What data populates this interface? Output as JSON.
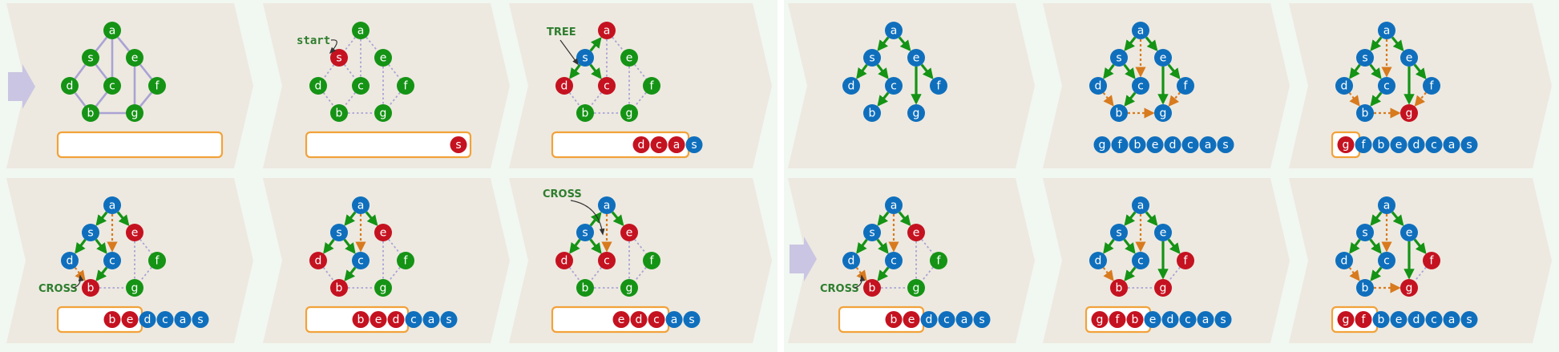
{
  "labels": {
    "start": "start",
    "tree": "TREE",
    "cross": "CROSS"
  },
  "colors": {
    "background": "#f1f7f1",
    "panel": "#ede9e0",
    "green": "#159315",
    "red": "#c51220",
    "blue": "#0f6fbd",
    "orange": "#f2a23a",
    "lavender": "#aaa3d4",
    "cross_edge": "#d87a1e",
    "label": "#2e7d2e",
    "arrow": "#cac5e2"
  },
  "panels": [
    {
      "id": "p1",
      "nodes": {
        "a": "green",
        "s": "green",
        "e": "green",
        "d": "green",
        "c": "green",
        "f": "green",
        "b": "green",
        "g": "green"
      },
      "edges": [
        {
          "from": "a",
          "to": "s",
          "type": "solid"
        },
        {
          "from": "a",
          "to": "c",
          "type": "solid"
        },
        {
          "from": "a",
          "to": "e",
          "type": "solid"
        },
        {
          "from": "s",
          "to": "d",
          "type": "solid"
        },
        {
          "from": "s",
          "to": "c",
          "type": "solid"
        },
        {
          "from": "d",
          "to": "b",
          "type": "solid"
        },
        {
          "from": "c",
          "to": "b",
          "type": "solid"
        },
        {
          "from": "e",
          "to": "f",
          "type": "solid"
        },
        {
          "from": "e",
          "to": "g",
          "type": "solid"
        },
        {
          "from": "f",
          "to": "g",
          "type": "solid"
        },
        {
          "from": "b",
          "to": "g",
          "type": "solid"
        }
      ],
      "queue": [],
      "outside": [],
      "box": true
    },
    {
      "id": "p2",
      "nodes": {
        "a": "green",
        "s": "red",
        "e": "green",
        "d": "green",
        "c": "green",
        "f": "green",
        "b": "green",
        "g": "green"
      },
      "edges": [
        {
          "from": "a",
          "to": "s",
          "type": "dot"
        },
        {
          "from": "a",
          "to": "c",
          "type": "dot"
        },
        {
          "from": "a",
          "to": "e",
          "type": "dot"
        },
        {
          "from": "s",
          "to": "d",
          "type": "dot"
        },
        {
          "from": "s",
          "to": "c",
          "type": "dot"
        },
        {
          "from": "d",
          "to": "b",
          "type": "dot"
        },
        {
          "from": "c",
          "to": "b",
          "type": "dot"
        },
        {
          "from": "e",
          "to": "f",
          "type": "dot"
        },
        {
          "from": "e",
          "to": "g",
          "type": "dot"
        },
        {
          "from": "f",
          "to": "g",
          "type": "dot"
        },
        {
          "from": "b",
          "to": "g",
          "type": "dot"
        }
      ],
      "queue": [
        {
          "k": "s",
          "c": "red"
        }
      ],
      "outside": [],
      "box": true,
      "annotation": "start"
    },
    {
      "id": "p3",
      "nodes": {
        "a": "red",
        "s": "blue",
        "e": "green",
        "d": "red",
        "c": "red",
        "f": "green",
        "b": "green",
        "g": "green"
      },
      "edges": [
        {
          "from": "s",
          "to": "a",
          "type": "tree"
        },
        {
          "from": "s",
          "to": "d",
          "type": "tree"
        },
        {
          "from": "s",
          "to": "c",
          "type": "tree"
        },
        {
          "from": "a",
          "to": "c",
          "type": "dot"
        },
        {
          "from": "a",
          "to": "e",
          "type": "dot"
        },
        {
          "from": "d",
          "to": "b",
          "type": "dot"
        },
        {
          "from": "c",
          "to": "b",
          "type": "dot"
        },
        {
          "from": "e",
          "to": "f",
          "type": "dot"
        },
        {
          "from": "e",
          "to": "g",
          "type": "dot"
        },
        {
          "from": "f",
          "to": "g",
          "type": "dot"
        },
        {
          "from": "b",
          "to": "g",
          "type": "dot"
        }
      ],
      "queue": [
        {
          "k": "d",
          "c": "red"
        },
        {
          "k": "c",
          "c": "red"
        },
        {
          "k": "a",
          "c": "red"
        }
      ],
      "outside": [
        {
          "k": "s",
          "c": "blue"
        }
      ],
      "box": true,
      "annotation": "tree"
    },
    {
      "id": "p4",
      "nodes": {
        "a": "blue",
        "s": "blue",
        "e": "blue",
        "d": "blue",
        "c": "blue",
        "f": "blue",
        "b": "blue",
        "g": "blue"
      },
      "edges": [
        {
          "from": "a",
          "to": "s",
          "type": "tree"
        },
        {
          "from": "a",
          "to": "e",
          "type": "tree"
        },
        {
          "from": "s",
          "to": "d",
          "type": "tree"
        },
        {
          "from": "s",
          "to": "c",
          "type": "tree"
        },
        {
          "from": "c",
          "to": "b",
          "type": "tree"
        },
        {
          "from": "e",
          "to": "f",
          "type": "tree"
        },
        {
          "from": "e",
          "to": "g",
          "type": "tree"
        }
      ],
      "queue": [],
      "outside": [],
      "box": false
    },
    {
      "id": "p5",
      "nodes": {
        "a": "blue",
        "s": "blue",
        "e": "blue",
        "d": "blue",
        "c": "blue",
        "f": "blue",
        "b": "blue",
        "g": "blue"
      },
      "edges": [
        {
          "from": "a",
          "to": "s",
          "type": "tree"
        },
        {
          "from": "a",
          "to": "e",
          "type": "tree"
        },
        {
          "from": "s",
          "to": "d",
          "type": "tree"
        },
        {
          "from": "s",
          "to": "c",
          "type": "tree"
        },
        {
          "from": "c",
          "to": "b",
          "type": "tree"
        },
        {
          "from": "e",
          "to": "f",
          "type": "tree"
        },
        {
          "from": "e",
          "to": "g",
          "type": "tree"
        },
        {
          "from": "a",
          "to": "c",
          "type": "cross"
        },
        {
          "from": "d",
          "to": "b",
          "type": "cross"
        },
        {
          "from": "b",
          "to": "g",
          "type": "cross"
        },
        {
          "from": "f",
          "to": "g",
          "type": "cross"
        }
      ],
      "queue": [],
      "outside": [
        {
          "k": "g",
          "c": "blue"
        },
        {
          "k": "f",
          "c": "blue"
        },
        {
          "k": "b",
          "c": "blue"
        },
        {
          "k": "e",
          "c": "blue"
        },
        {
          "k": "d",
          "c": "blue"
        },
        {
          "k": "c",
          "c": "blue"
        },
        {
          "k": "a",
          "c": "blue"
        },
        {
          "k": "s",
          "c": "blue"
        }
      ],
      "box": false
    },
    {
      "id": "p6",
      "nodes": {
        "a": "blue",
        "s": "blue",
        "e": "blue",
        "d": "blue",
        "c": "blue",
        "f": "blue",
        "b": "blue",
        "g": "red"
      },
      "edges": [
        {
          "from": "a",
          "to": "s",
          "type": "tree"
        },
        {
          "from": "a",
          "to": "e",
          "type": "tree"
        },
        {
          "from": "s",
          "to": "d",
          "type": "tree"
        },
        {
          "from": "s",
          "to": "c",
          "type": "tree"
        },
        {
          "from": "c",
          "to": "b",
          "type": "tree"
        },
        {
          "from": "e",
          "to": "f",
          "type": "tree"
        },
        {
          "from": "e",
          "to": "g",
          "type": "tree"
        },
        {
          "from": "a",
          "to": "c",
          "type": "cross"
        },
        {
          "from": "d",
          "to": "b",
          "type": "cross"
        },
        {
          "from": "b",
          "to": "g",
          "type": "cross"
        },
        {
          "from": "f",
          "to": "g",
          "type": "cross"
        }
      ],
      "queue": [
        {
          "k": "g",
          "c": "red"
        }
      ],
      "outside": [
        {
          "k": "f",
          "c": "blue"
        },
        {
          "k": "b",
          "c": "blue"
        },
        {
          "k": "e",
          "c": "blue"
        },
        {
          "k": "d",
          "c": "blue"
        },
        {
          "k": "c",
          "c": "blue"
        },
        {
          "k": "a",
          "c": "blue"
        },
        {
          "k": "s",
          "c": "blue"
        }
      ],
      "box": true,
      "smallbox": true
    },
    {
      "id": "p7",
      "nodes": {
        "a": "blue",
        "s": "blue",
        "e": "red",
        "d": "blue",
        "c": "blue",
        "f": "green",
        "b": "red",
        "g": "green"
      },
      "edges": [
        {
          "from": "a",
          "to": "s",
          "type": "tree"
        },
        {
          "from": "a",
          "to": "e",
          "type": "tree"
        },
        {
          "from": "s",
          "to": "d",
          "type": "tree"
        },
        {
          "from": "s",
          "to": "c",
          "type": "tree"
        },
        {
          "from": "c",
          "to": "b",
          "type": "tree"
        },
        {
          "from": "a",
          "to": "c",
          "type": "cross"
        },
        {
          "from": "d",
          "to": "b",
          "type": "cross"
        },
        {
          "from": "e",
          "to": "f",
          "type": "dot"
        },
        {
          "from": "e",
          "to": "g",
          "type": "dot"
        },
        {
          "from": "f",
          "to": "g",
          "type": "dot"
        },
        {
          "from": "b",
          "to": "g",
          "type": "dot"
        }
      ],
      "queue": [
        {
          "k": "b",
          "c": "red"
        },
        {
          "k": "e",
          "c": "red"
        }
      ],
      "outside": [
        {
          "k": "d",
          "c": "blue"
        },
        {
          "k": "c",
          "c": "blue"
        },
        {
          "k": "a",
          "c": "blue"
        },
        {
          "k": "s",
          "c": "blue"
        }
      ],
      "box": true,
      "annotation": "cross_db"
    },
    {
      "id": "p8",
      "nodes": {
        "a": "blue",
        "s": "blue",
        "e": "red",
        "d": "red",
        "c": "blue",
        "f": "green",
        "b": "red",
        "g": "green"
      },
      "edges": [
        {
          "from": "a",
          "to": "s",
          "type": "tree"
        },
        {
          "from": "a",
          "to": "e",
          "type": "tree"
        },
        {
          "from": "s",
          "to": "d",
          "type": "tree"
        },
        {
          "from": "s",
          "to": "c",
          "type": "tree"
        },
        {
          "from": "c",
          "to": "b",
          "type": "tree"
        },
        {
          "from": "a",
          "to": "c",
          "type": "cross"
        },
        {
          "from": "d",
          "to": "b",
          "type": "dot"
        },
        {
          "from": "e",
          "to": "f",
          "type": "dot"
        },
        {
          "from": "e",
          "to": "g",
          "type": "dot"
        },
        {
          "from": "f",
          "to": "g",
          "type": "dot"
        },
        {
          "from": "b",
          "to": "g",
          "type": "dot"
        }
      ],
      "queue": [
        {
          "k": "b",
          "c": "red"
        },
        {
          "k": "e",
          "c": "red"
        },
        {
          "k": "d",
          "c": "red"
        }
      ],
      "outside": [
        {
          "k": "c",
          "c": "blue"
        },
        {
          "k": "a",
          "c": "blue"
        },
        {
          "k": "s",
          "c": "blue"
        }
      ],
      "box": true
    },
    {
      "id": "p9",
      "nodes": {
        "a": "blue",
        "s": "blue",
        "e": "red",
        "d": "red",
        "c": "red",
        "f": "green",
        "b": "green",
        "g": "green"
      },
      "edges": [
        {
          "from": "s",
          "to": "a",
          "type": "tree"
        },
        {
          "from": "s",
          "to": "d",
          "type": "tree"
        },
        {
          "from": "s",
          "to": "c",
          "type": "tree"
        },
        {
          "from": "a",
          "to": "e",
          "type": "tree"
        },
        {
          "from": "a",
          "to": "c",
          "type": "cross"
        },
        {
          "from": "d",
          "to": "b",
          "type": "dot"
        },
        {
          "from": "c",
          "to": "b",
          "type": "dot"
        },
        {
          "from": "e",
          "to": "f",
          "type": "dot"
        },
        {
          "from": "e",
          "to": "g",
          "type": "dot"
        },
        {
          "from": "f",
          "to": "g",
          "type": "dot"
        },
        {
          "from": "b",
          "to": "g",
          "type": "dot"
        }
      ],
      "queue": [
        {
          "k": "e",
          "c": "red"
        },
        {
          "k": "d",
          "c": "red"
        },
        {
          "k": "c",
          "c": "red"
        }
      ],
      "outside": [
        {
          "k": "a",
          "c": "blue"
        },
        {
          "k": "s",
          "c": "blue"
        }
      ],
      "box": true,
      "annotation": "cross_ac"
    },
    {
      "id": "p10",
      "nodes": {
        "a": "blue",
        "s": "blue",
        "e": "red",
        "d": "blue",
        "c": "blue",
        "f": "green",
        "b": "red",
        "g": "green"
      },
      "edges": [
        {
          "from": "a",
          "to": "s",
          "type": "tree"
        },
        {
          "from": "a",
          "to": "e",
          "type": "tree"
        },
        {
          "from": "s",
          "to": "d",
          "type": "tree"
        },
        {
          "from": "s",
          "to": "c",
          "type": "tree"
        },
        {
          "from": "c",
          "to": "b",
          "type": "tree"
        },
        {
          "from": "a",
          "to": "c",
          "type": "cross"
        },
        {
          "from": "d",
          "to": "b",
          "type": "cross"
        },
        {
          "from": "e",
          "to": "f",
          "type": "dot"
        },
        {
          "from": "e",
          "to": "g",
          "type": "dot"
        },
        {
          "from": "f",
          "to": "g",
          "type": "dot"
        },
        {
          "from": "b",
          "to": "g",
          "type": "dot"
        }
      ],
      "queue": [
        {
          "k": "b",
          "c": "red"
        },
        {
          "k": "e",
          "c": "red"
        }
      ],
      "outside": [
        {
          "k": "d",
          "c": "blue"
        },
        {
          "k": "c",
          "c": "blue"
        },
        {
          "k": "a",
          "c": "blue"
        },
        {
          "k": "s",
          "c": "blue"
        }
      ],
      "box": true,
      "annotation": "cross_db"
    },
    {
      "id": "p11",
      "nodes": {
        "a": "blue",
        "s": "blue",
        "e": "blue",
        "d": "blue",
        "c": "blue",
        "f": "red",
        "b": "red",
        "g": "red"
      },
      "edges": [
        {
          "from": "a",
          "to": "s",
          "type": "tree"
        },
        {
          "from": "a",
          "to": "e",
          "type": "tree"
        },
        {
          "from": "s",
          "to": "d",
          "type": "tree"
        },
        {
          "from": "s",
          "to": "c",
          "type": "tree"
        },
        {
          "from": "c",
          "to": "b",
          "type": "tree"
        },
        {
          "from": "e",
          "to": "f",
          "type": "tree"
        },
        {
          "from": "e",
          "to": "g",
          "type": "tree"
        },
        {
          "from": "a",
          "to": "c",
          "type": "cross"
        },
        {
          "from": "d",
          "to": "b",
          "type": "cross"
        },
        {
          "from": "f",
          "to": "g",
          "type": "dot"
        },
        {
          "from": "b",
          "to": "g",
          "type": "dot"
        }
      ],
      "queue": [
        {
          "k": "g",
          "c": "red"
        },
        {
          "k": "f",
          "c": "red"
        },
        {
          "k": "b",
          "c": "red"
        }
      ],
      "outside": [
        {
          "k": "e",
          "c": "blue"
        },
        {
          "k": "d",
          "c": "blue"
        },
        {
          "k": "c",
          "c": "blue"
        },
        {
          "k": "a",
          "c": "blue"
        },
        {
          "k": "s",
          "c": "blue"
        }
      ],
      "box": true
    },
    {
      "id": "p12",
      "nodes": {
        "a": "blue",
        "s": "blue",
        "e": "blue",
        "d": "blue",
        "c": "blue",
        "f": "red",
        "b": "blue",
        "g": "red"
      },
      "edges": [
        {
          "from": "a",
          "to": "s",
          "type": "tree"
        },
        {
          "from": "a",
          "to": "e",
          "type": "tree"
        },
        {
          "from": "s",
          "to": "d",
          "type": "tree"
        },
        {
          "from": "s",
          "to": "c",
          "type": "tree"
        },
        {
          "from": "c",
          "to": "b",
          "type": "tree"
        },
        {
          "from": "e",
          "to": "f",
          "type": "tree"
        },
        {
          "from": "e",
          "to": "g",
          "type": "tree"
        },
        {
          "from": "a",
          "to": "c",
          "type": "cross"
        },
        {
          "from": "d",
          "to": "b",
          "type": "cross"
        },
        {
          "from": "b",
          "to": "g",
          "type": "cross"
        },
        {
          "from": "f",
          "to": "g",
          "type": "dot"
        }
      ],
      "queue": [
        {
          "k": "g",
          "c": "red"
        },
        {
          "k": "f",
          "c": "red"
        }
      ],
      "outside": [
        {
          "k": "b",
          "c": "blue"
        },
        {
          "k": "e",
          "c": "blue"
        },
        {
          "k": "d",
          "c": "blue"
        },
        {
          "k": "c",
          "c": "blue"
        },
        {
          "k": "a",
          "c": "blue"
        },
        {
          "k": "s",
          "c": "blue"
        }
      ],
      "box": true
    }
  ]
}
